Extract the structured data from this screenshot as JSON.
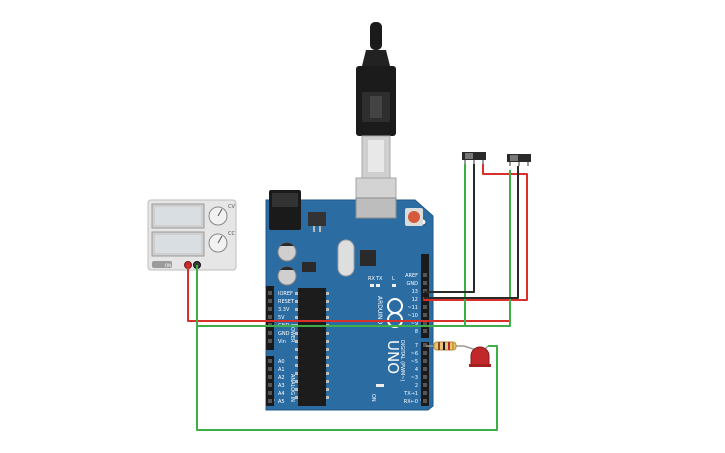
{
  "board": {
    "brand": "ARDUINO",
    "model": "UNO",
    "on_label": "ON",
    "tx_label": "TX",
    "rx_label": "RX",
    "l_label": "L",
    "power_header_title": "POWER",
    "analog_header_title": "ANALOG IN",
    "digital_header_title": "DIGITAL (PWM~)",
    "power_pins": [
      "IOREF",
      "RESET",
      "3.3V",
      "5V",
      "GND",
      "GND",
      "Vin"
    ],
    "analog_pins": [
      "A0",
      "A1",
      "A2",
      "A3",
      "A4",
      "A5"
    ],
    "digital_top_pins": [
      "AREF",
      "GND",
      "13",
      "12",
      "~11",
      "~10",
      "~9",
      "8"
    ],
    "digital_bottom_pins": [
      "7",
      "~6",
      "~5",
      "4",
      "~3",
      "2",
      "TX→1",
      "RX←0"
    ]
  },
  "power_supply": {
    "knob1_label": "CV",
    "knob2_label": "CC",
    "switch_label": "ON"
  },
  "colors": {
    "board": "#2b6ca3",
    "board_edge": "#1f5687",
    "wire_red": "#d9302c",
    "wire_green": "#3fae49",
    "wire_black": "#2a2a2a",
    "led": "#c0282a"
  },
  "icons": [
    "usb-cable-icon",
    "arduino-infinity-logo-icon",
    "reset-button-icon",
    "led-icon",
    "resistor-icon",
    "slide-switch-icon",
    "power-supply-icon"
  ]
}
